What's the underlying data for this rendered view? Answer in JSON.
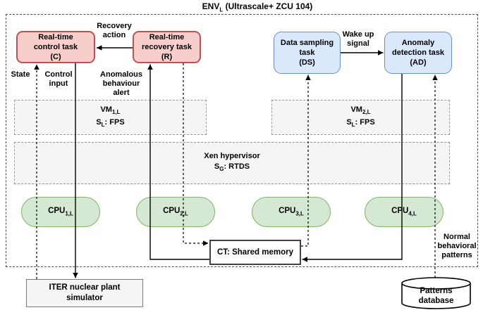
{
  "colors": {
    "task_red_fill": "#f8cecc",
    "task_red_border": "#b85450",
    "task_blue_fill": "#dae8fc",
    "task_blue_border": "#6c8ebf",
    "cpu_green_fill": "#d5e8d4",
    "cpu_green_border": "#82b366",
    "layer_gray_fill": "#f5f5f5",
    "line_color": "#000000"
  },
  "title": {
    "base": "ENV",
    "sub": "L",
    "rest": " (Ultrascale+ ZCU 104)"
  },
  "tasks": {
    "control": {
      "line1": "Real-time",
      "line2": "control task",
      "line3": "(C)"
    },
    "recovery": {
      "line1": "Real-time",
      "line2": "recovery task",
      "line3": "(R)"
    },
    "sampling": {
      "line1": "Data sampling",
      "line2": "task",
      "line3": "(DS)"
    },
    "detection": {
      "line1": "Anomaly",
      "line2": "detection task",
      "line3": "(AD)"
    }
  },
  "vms": {
    "vm1": {
      "name_base": "VM",
      "name_sub": "1,L",
      "sched_base": "S",
      "sched_sub": "L",
      "sched_rest": ": FPS"
    },
    "vm2": {
      "name_base": "VM",
      "name_sub": "2,L",
      "sched_base": "S",
      "sched_sub": "L",
      "sched_rest": ": FPS"
    }
  },
  "hypervisor": {
    "name": "Xen hypervisor",
    "sched_base": "S",
    "sched_sub": "G",
    "sched_rest": ": RTDS"
  },
  "cpus": [
    {
      "base": "CPU",
      "sub": "1,L"
    },
    {
      "base": "CPU",
      "sub": "2,L"
    },
    {
      "base": "CPU",
      "sub": "3,L"
    },
    {
      "base": "CPU",
      "sub": "4,L"
    }
  ],
  "shared_memory": {
    "label": "CT: Shared memory"
  },
  "simulator": {
    "line1": "ITER nuclear plant",
    "line2": "simulator"
  },
  "database": {
    "line1": "Patterns",
    "line2": "database"
  },
  "edge_labels": {
    "recovery_action": {
      "line1": "Recovery",
      "line2": "action"
    },
    "wake_up": {
      "line1": "Wake up",
      "line2": "signal"
    },
    "state": "State",
    "control_input": {
      "line1": "Control",
      "line2": "input"
    },
    "anomalous_alert": {
      "line1": "Anomalous",
      "line2": "behaviour",
      "line3": "alert"
    },
    "normal_patterns": {
      "line1": "Normal",
      "line2": "behavioral",
      "line3": "patterns"
    }
  }
}
